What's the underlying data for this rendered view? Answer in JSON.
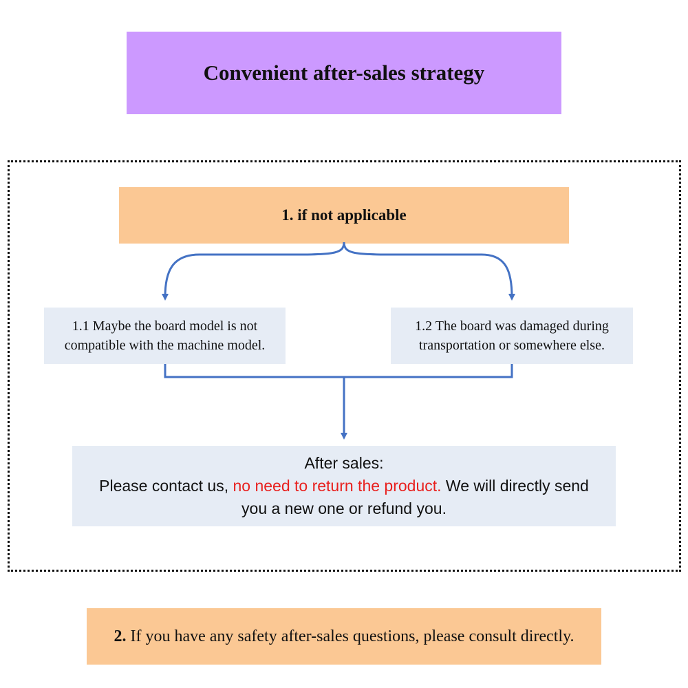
{
  "colors": {
    "title_bg": "#cc99ff",
    "step_bg": "#fbc894",
    "case_bg": "#e6ecf5",
    "connector": "#4472c4",
    "highlight_text": "#e8201e"
  },
  "title": "Convenient after-sales strategy",
  "step1": {
    "label": "1.  if not applicable",
    "cases": [
      {
        "line1": "1.1 Maybe the board model is not",
        "line2": "compatible with the machine model."
      },
      {
        "line1": "1.2 The board was damaged during",
        "line2": "transportation or somewhere else."
      }
    ]
  },
  "after_sales": {
    "heading": "After sales:",
    "text_before": "Please contact us, ",
    "highlight": "no need to return the product.",
    "text_after": " We will directly send",
    "line3": "you a new one or refund you."
  },
  "step2": {
    "number": "2.",
    "text": "If you have any safety after-sales questions, please consult directly."
  }
}
